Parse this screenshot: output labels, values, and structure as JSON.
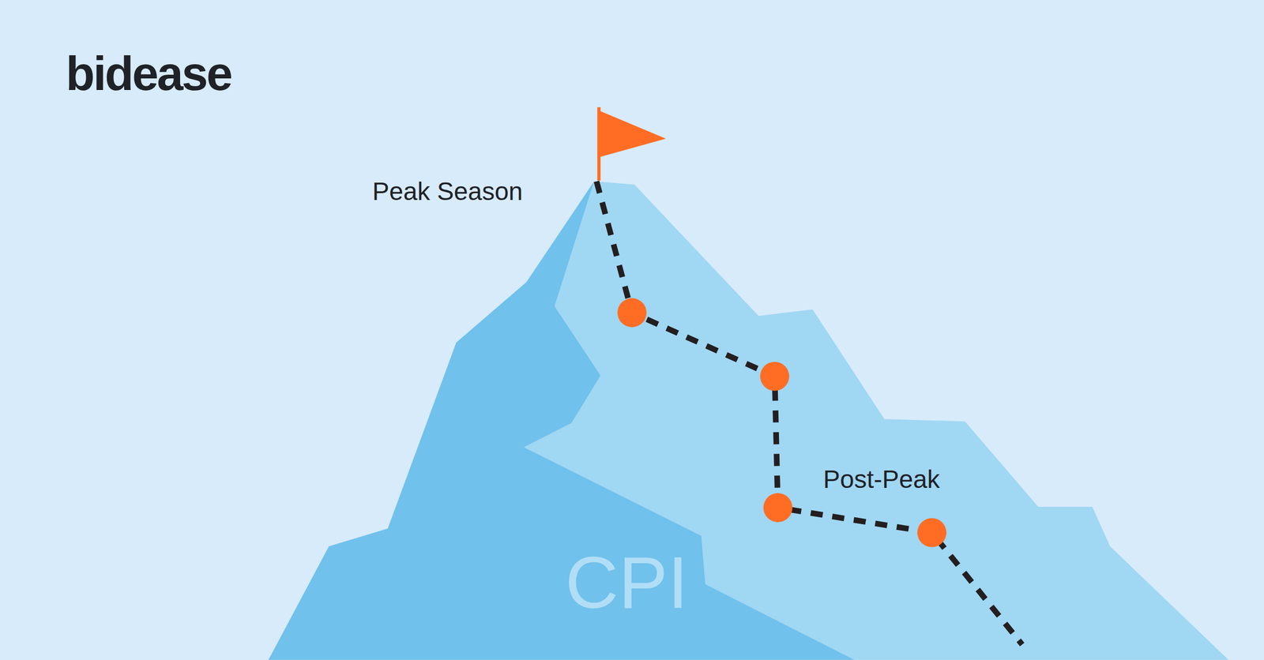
{
  "diagram": {
    "labels": [
      "bidease",
      "Peak Season",
      "Post-Peak",
      "CPI"
    ]
  }
}
